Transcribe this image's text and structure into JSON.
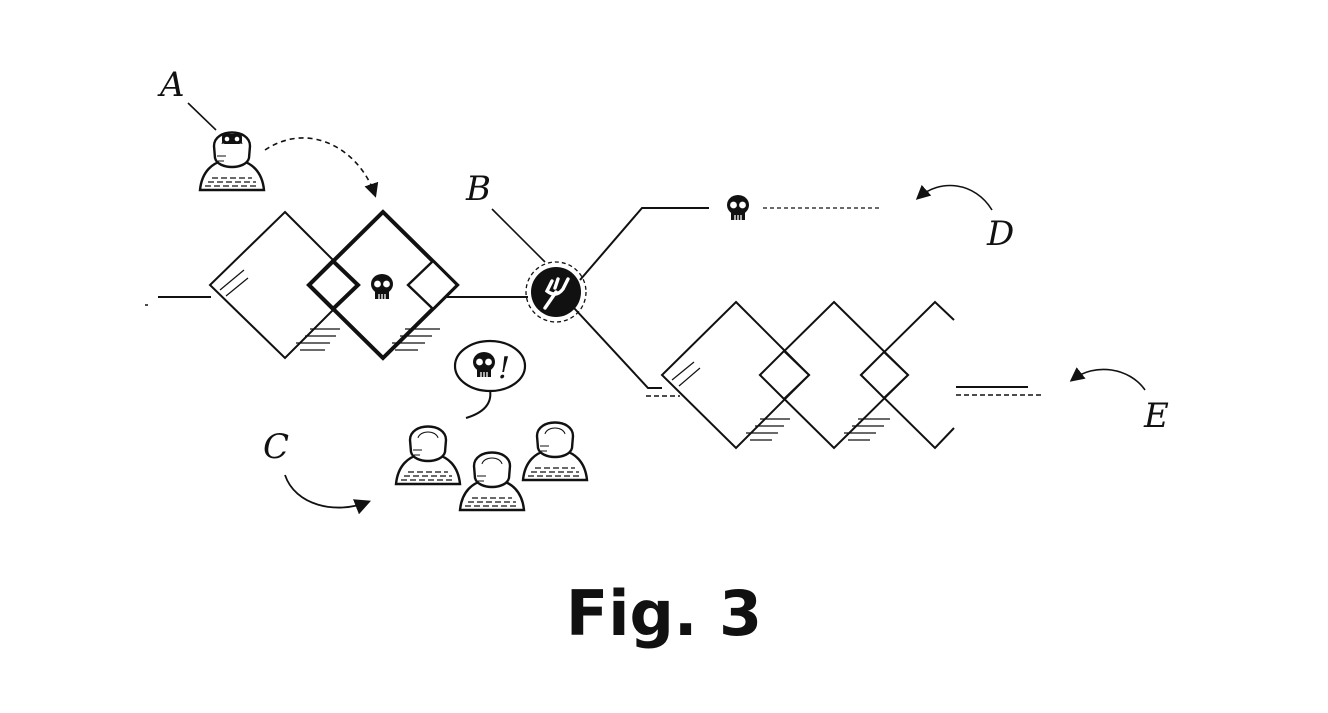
{
  "labels": {
    "a": "A",
    "b": "B",
    "c": "C",
    "d": "D",
    "e": "E"
  },
  "caption": "Fig. 3",
  "speech": "!",
  "icons": [
    "masked-person-icon",
    "skull-icon",
    "fork-icon",
    "person-icon"
  ],
  "colors": {
    "ink": "#111111",
    "background": "#ffffff"
  }
}
